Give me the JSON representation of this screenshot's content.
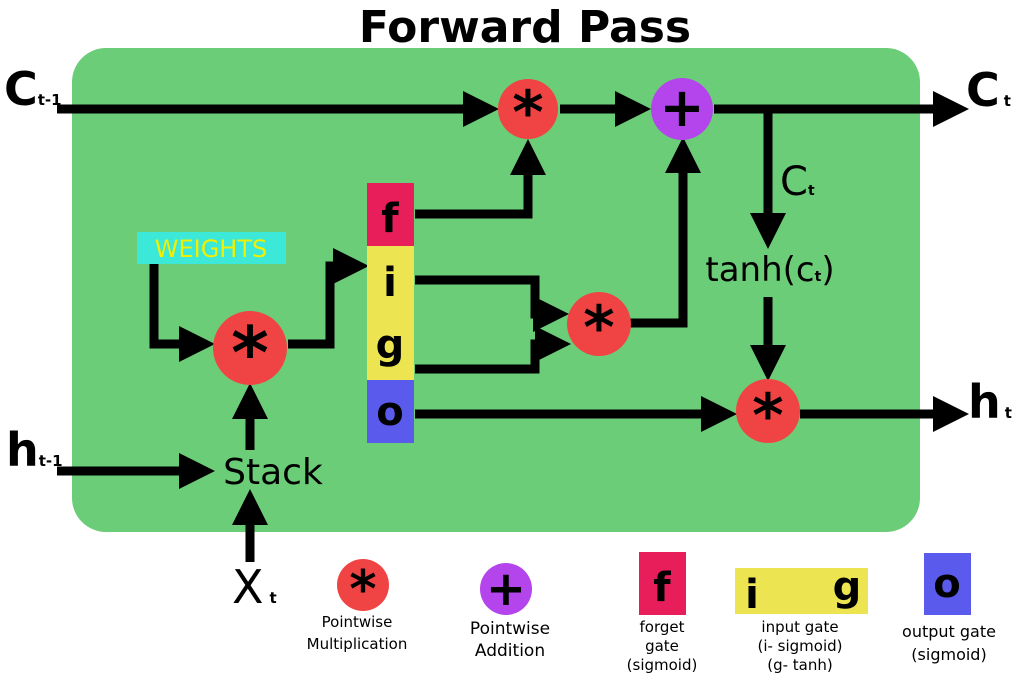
{
  "title": "Forward Pass",
  "colors": {
    "cell_bg": "#6ccd78",
    "multiply": "#f04444",
    "add": "#b444ec",
    "forget": "#e81e5a",
    "input": "#ece450",
    "output": "#5a5aec",
    "weights_bg": "#3ce8d8",
    "weights_text": "#f0f000"
  },
  "inputs": {
    "c_prev": {
      "main": "C",
      "sub": "t-1"
    },
    "h_prev": {
      "main": "h",
      "sub": "t-1"
    },
    "x_t": {
      "main": "X",
      "sub": "t"
    }
  },
  "outputs": {
    "c_t": {
      "main": "C",
      "sub": "t"
    },
    "h_t": {
      "main": "h",
      "sub": "t"
    }
  },
  "internal": {
    "c_t_branch": {
      "main": "C",
      "sub": "t"
    },
    "tanh": {
      "pre": "tanh(c",
      "sub": "t",
      "post": ")"
    },
    "stack": "Stack",
    "weights": "WEIGHTS"
  },
  "gates": {
    "f": "f",
    "i": "i",
    "g": "g",
    "o": "o"
  },
  "ops": {
    "multiply": "*",
    "add": "+"
  },
  "legend": [
    {
      "symbol": "*",
      "type": "multiply",
      "lines": [
        "Pointwise",
        "Multiplication"
      ]
    },
    {
      "symbol": "+",
      "type": "add",
      "lines": [
        "Pointwise",
        "Addition"
      ]
    },
    {
      "symbol": "f",
      "type": "forget",
      "lines": [
        "forget",
        "gate",
        "(sigmoid)"
      ]
    },
    {
      "symbol_i": "i",
      "symbol_g": "g",
      "type": "input",
      "lines": [
        "input gate",
        "(i- sigmoid)",
        "(g- tanh)"
      ]
    },
    {
      "symbol": "o",
      "type": "output",
      "lines": [
        "output gate",
        "(sigmoid)"
      ]
    }
  ]
}
